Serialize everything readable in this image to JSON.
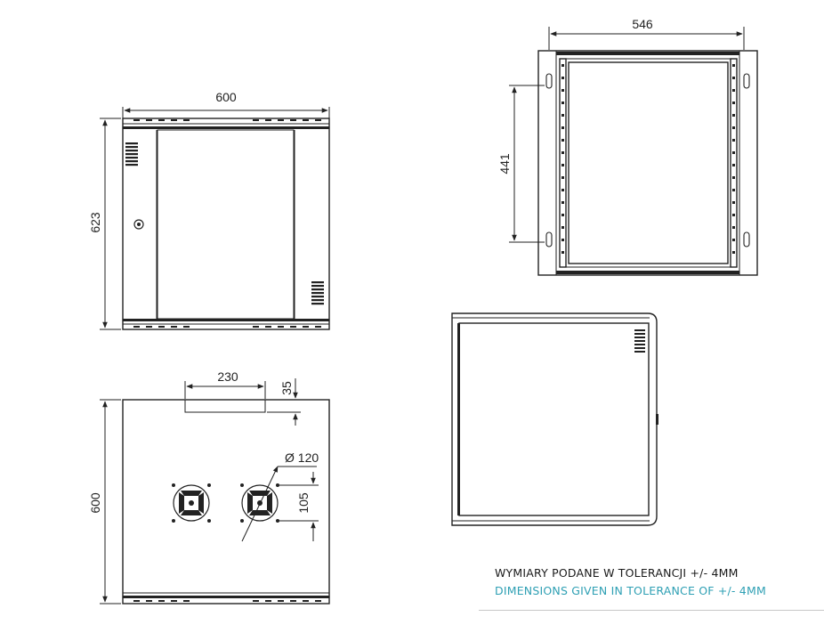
{
  "dimensions": {
    "front_width": "600",
    "front_height": "623",
    "top_width": "230",
    "top_offset": "35",
    "fan_diameter": "Ø 120",
    "fan_spacing": "105",
    "top_depth": "600",
    "rear_width": "546",
    "rear_height": "441"
  },
  "notes": {
    "polish": "WYMIARY PODANE W TOLERANCJI +/- 4MM",
    "english": "DIMENSIONS GIVEN IN TOLERANCE OF +/- 4MM"
  },
  "colors": {
    "line": "#222222",
    "caption_accent": "#2fa0b4"
  }
}
